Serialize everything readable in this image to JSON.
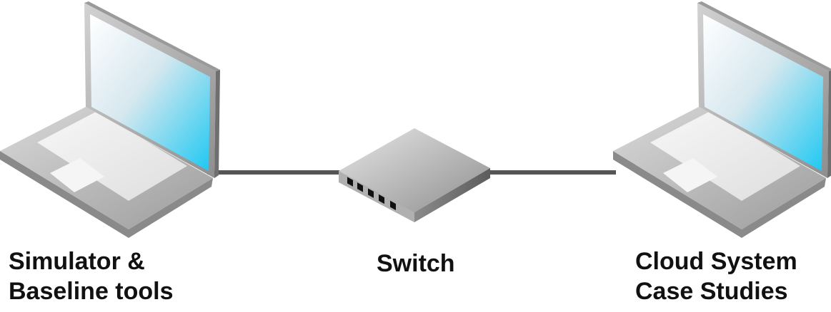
{
  "nodes": {
    "left": {
      "line1": "Simulator &",
      "line2": "Baseline tools",
      "icon": "laptop-icon"
    },
    "center": {
      "line1": "Switch",
      "icon": "network-switch-icon"
    },
    "right": {
      "line1": "Cloud System",
      "line2": "Case Studies",
      "icon": "laptop-icon"
    }
  },
  "colors": {
    "screen_start": "#ffffff",
    "screen_end": "#1ec8f2",
    "laptop_body": "#b9b9b9",
    "cable": "#555555"
  }
}
